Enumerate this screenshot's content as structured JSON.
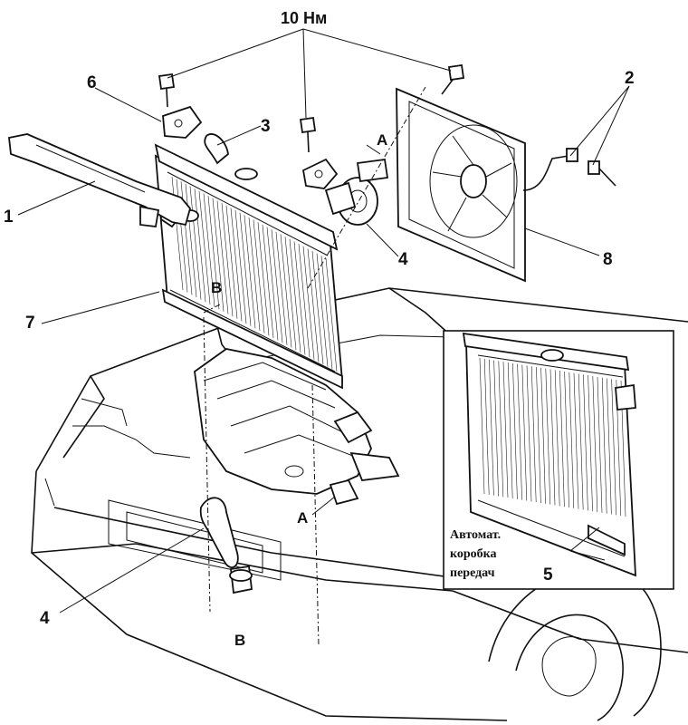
{
  "torque": "10 Нм",
  "labels": {
    "n1": "1",
    "n2": "2",
    "n3": "3",
    "n4a": "4",
    "n4b": "4",
    "n5": "5",
    "n6": "6",
    "n7": "7",
    "n8": "8",
    "a_top": "A",
    "a_bottom": "A",
    "b_top": "B",
    "b_bottom": "B"
  },
  "inset": {
    "line1": "Автомат.",
    "line2": "коробка",
    "line3": "передач"
  }
}
